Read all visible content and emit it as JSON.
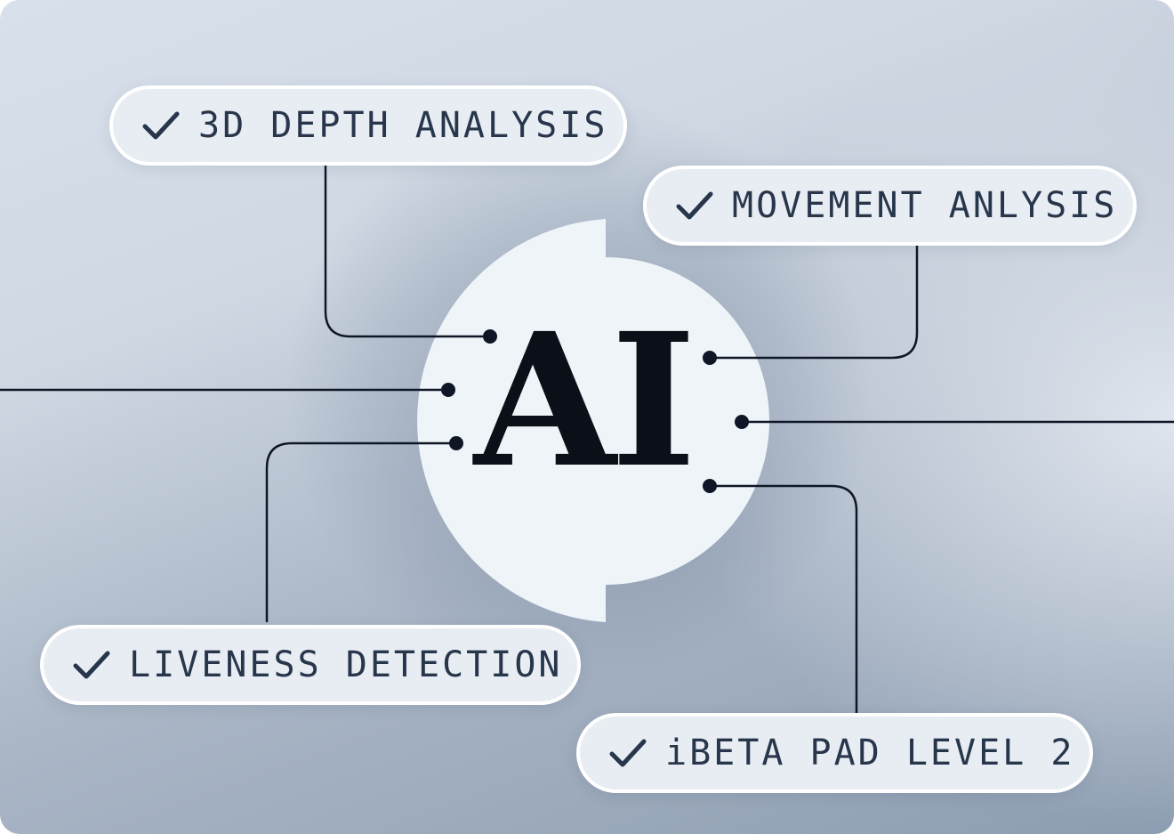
{
  "center": {
    "label": "AI"
  },
  "features": [
    {
      "label": "3D DEPTH ANALYSIS",
      "icon": "check-icon"
    },
    {
      "label": "MOVEMENT ANLYSIS",
      "icon": "check-icon"
    },
    {
      "label": "LIVENESS DETECTION",
      "icon": "check-icon"
    },
    {
      "label": "iBETA PAD LEVEL 2",
      "icon": "check-icon"
    }
  ],
  "colors": {
    "line": "#0f1726",
    "pill_text": "#28364c",
    "pill_bg": "#e8edf3",
    "center_fill": "#eff4f9",
    "ai_text": "#0b0f17"
  }
}
